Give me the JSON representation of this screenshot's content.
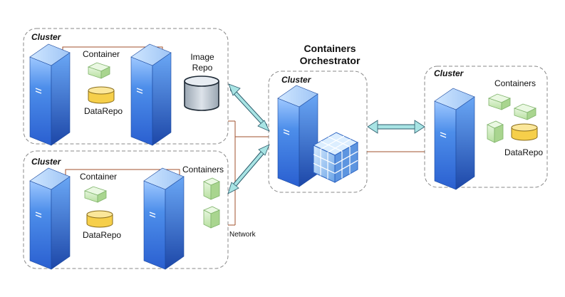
{
  "title": [
    "Containers",
    "Orchestrator"
  ],
  "network_label": "Network",
  "clusters": {
    "top_left": {
      "label": "Cluster",
      "labels": [
        "Container",
        "DataRepo",
        "Image",
        "Repo"
      ]
    },
    "bottom_left": {
      "label": "Cluster",
      "labels": [
        "Container",
        "DataRepo",
        "Containers"
      ]
    },
    "center": {
      "label": "Cluster"
    },
    "right": {
      "label": "Cluster",
      "labels": [
        "Containers",
        "DataRepo"
      ]
    }
  },
  "colors": {
    "server_front": "#2f6fe0",
    "server_side": "#1f4fb0",
    "line": "#a0522d",
    "arrow": "#9fe0e0",
    "container": "#c8e8b0",
    "datarepo": "#f7d96b",
    "repo": "#c5ccd4"
  }
}
